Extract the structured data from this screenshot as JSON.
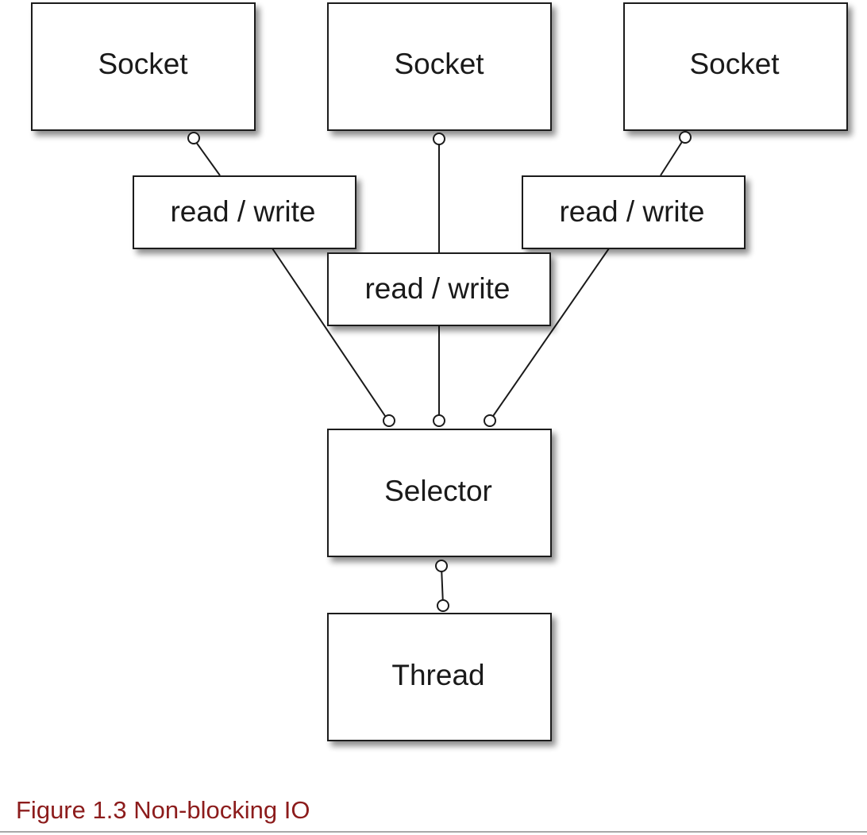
{
  "diagram": {
    "sockets": [
      "Socket",
      "Socket",
      "Socket"
    ],
    "read_write": [
      "read / write",
      "read / write",
      "read / write"
    ],
    "selector": "Selector",
    "thread": "Thread"
  },
  "caption": "Figure 1.3 Non-blocking IO",
  "colors": {
    "box_stroke": "#1a1a1a",
    "box_fill": "#ffffff",
    "caption": "#8c1c1c"
  }
}
